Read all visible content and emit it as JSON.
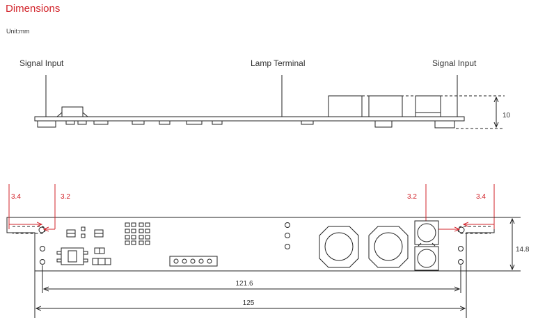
{
  "title": "Dimensions",
  "unit": "Unit:mm",
  "side_view": {
    "label_left": "Signal Input",
    "label_center": "Lamp Terminal",
    "label_right": "Signal Input",
    "height_value": "10"
  },
  "top_view": {
    "left_outer_offset": "3.4",
    "left_inner_offset": "3.2",
    "right_inner_offset": "3.2",
    "right_outer_offset": "3.4",
    "height_value": "14.8",
    "inner_length": "121.6",
    "total_length": "125"
  },
  "colors": {
    "accent": "#d2232a",
    "line": "#222222",
    "text": "#333333"
  }
}
